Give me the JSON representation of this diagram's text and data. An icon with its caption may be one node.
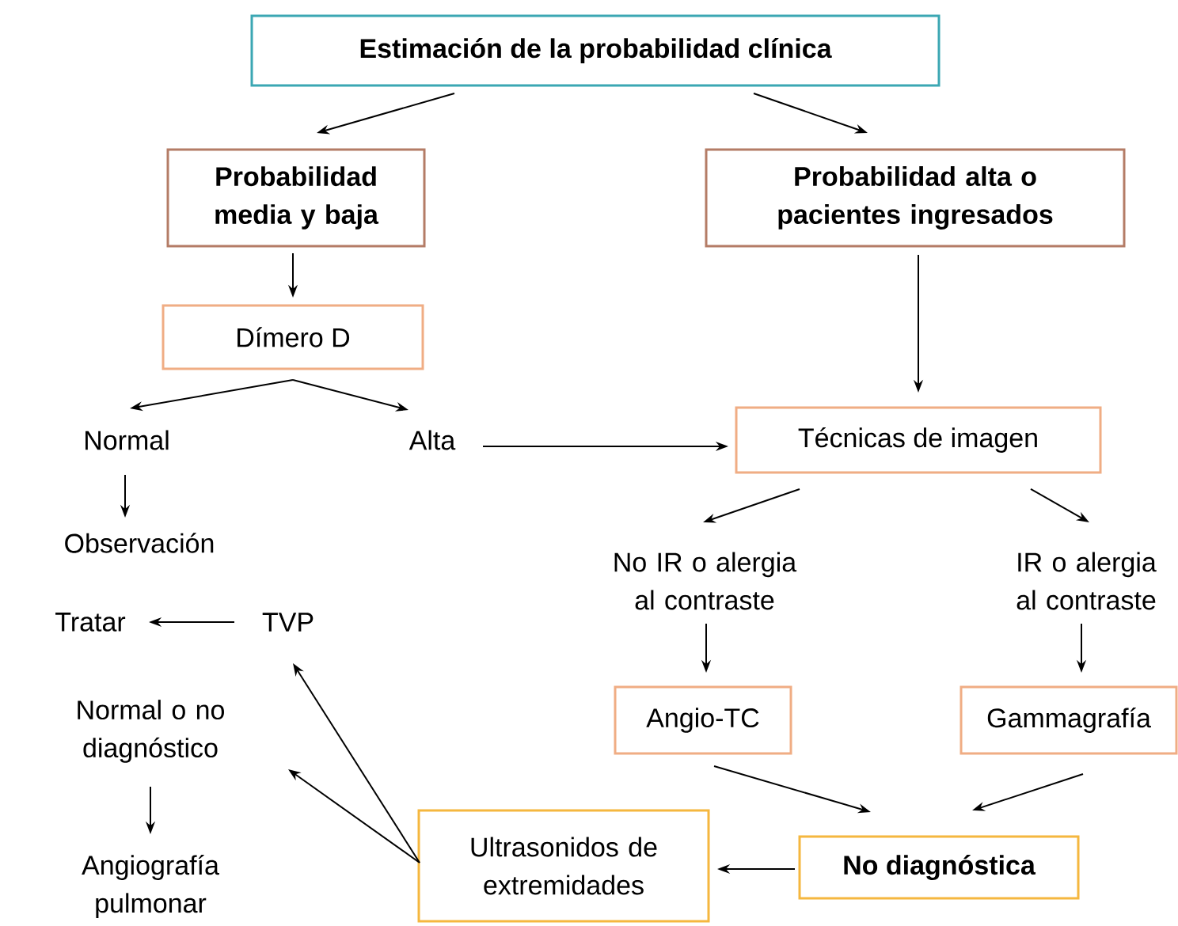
{
  "diagram": {
    "nodes": [
      {
        "text": [
          "Estimación de la probabilidad clínica"
        ]
      },
      {
        "text": [
          "Probabilidad media y baja"
        ]
      },
      {
        "text": [
          "Probabilidad alta o pacientes ingresados"
        ]
      },
      {
        "text": [
          "Dímero D"
        ]
      },
      {
        "text": [
          "Normal"
        ]
      },
      {
        "text": [
          "Alta"
        ]
      },
      {
        "text": [
          "Técnicas de imagen"
        ]
      },
      {
        "text": [
          "Observación"
        ]
      },
      {
        "text": [
          "No IR o alergia al contraste"
        ]
      },
      {
        "text": [
          "IR o alergia al contraste"
        ]
      },
      {
        "text": [
          "Tratar"
        ]
      },
      {
        "text": [
          "TVP"
        ]
      },
      {
        "text": [
          "Angio-TC"
        ]
      },
      {
        "text": [
          "Gammagrafía"
        ]
      },
      {
        "text": [
          "Normal o no diagnóstico"
        ]
      },
      {
        "text": [
          "Ultrasonidos de extremidades"
        ]
      },
      {
        "text": [
          "No diagnóstica"
        ]
      },
      {
        "text": [
          "Angiografía pulmonar"
        ]
      }
    ],
    "edges": [
      {
        "from": 0,
        "to": 1,
        "arrow": "to"
      },
      {
        "from": 0,
        "to": 2,
        "arrow": "to"
      },
      {
        "from": 1,
        "to": 3,
        "arrow": "to"
      },
      {
        "from": 2,
        "to": 6,
        "arrow": "to"
      },
      {
        "from": 3,
        "to": 4,
        "arrow": "to"
      },
      {
        "from": 3,
        "to": 5,
        "arrow": "to"
      },
      {
        "from": 5,
        "to": 6,
        "arrow": "to"
      },
      {
        "from": 4,
        "to": 7,
        "arrow": "to"
      },
      {
        "from": 6,
        "to": 8,
        "arrow": "to"
      },
      {
        "from": 6,
        "to": 9,
        "arrow": "to"
      },
      {
        "from": 8,
        "to": 12,
        "arrow": "to"
      },
      {
        "from": 9,
        "to": 13,
        "arrow": "to"
      },
      {
        "from": 11,
        "to": 10,
        "arrow": "to"
      },
      {
        "from": 12,
        "to": 16,
        "arrow": "to"
      },
      {
        "from": 13,
        "to": 16,
        "arrow": "to"
      },
      {
        "from": 16,
        "to": 15,
        "arrow": "to"
      },
      {
        "from": 15,
        "to": 11,
        "arrow": "to"
      },
      {
        "from": 15,
        "to": 14,
        "arrow": "to"
      },
      {
        "from": 14,
        "to": 17,
        "arrow": "to"
      }
    ]
  }
}
